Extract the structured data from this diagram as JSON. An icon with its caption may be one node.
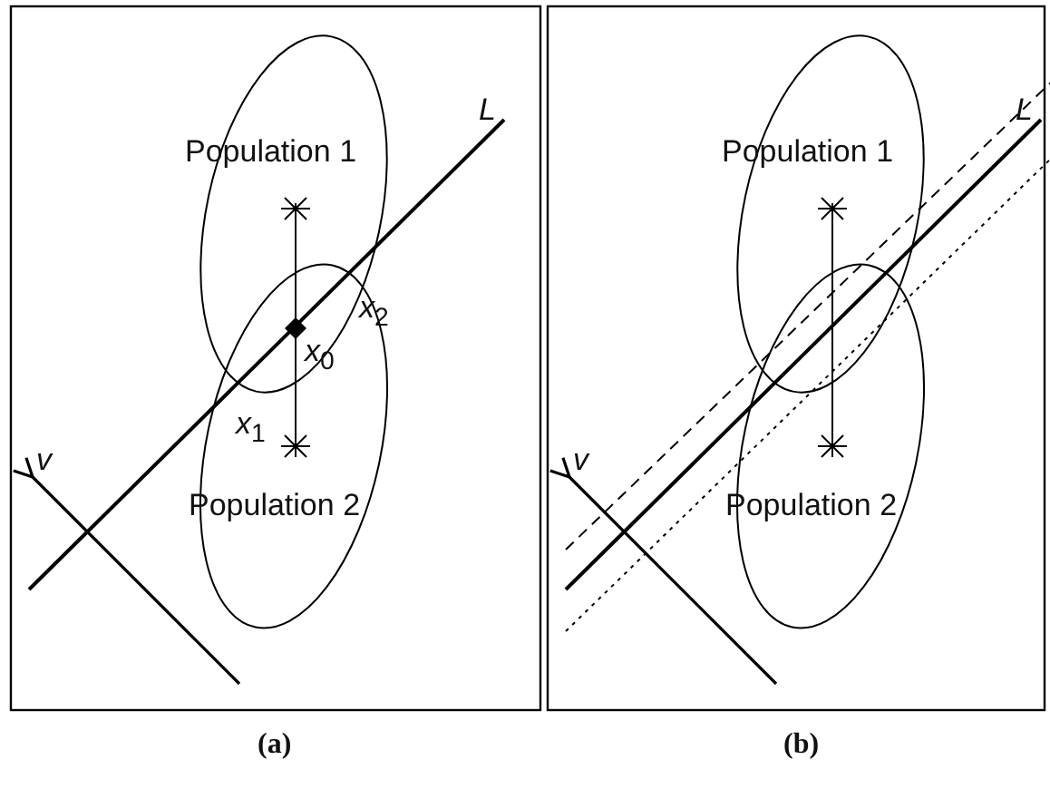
{
  "diagram": {
    "labels": [
      "L",
      "Population 1",
      "*x*$_{2}$",
      "*x*$_{0}$",
      "*x*$_{1}$",
      "v",
      "Population 2",
      "L",
      "Population 1",
      "v",
      "Population 2",
      "(a)",
      "(b)"
    ]
  }
}
